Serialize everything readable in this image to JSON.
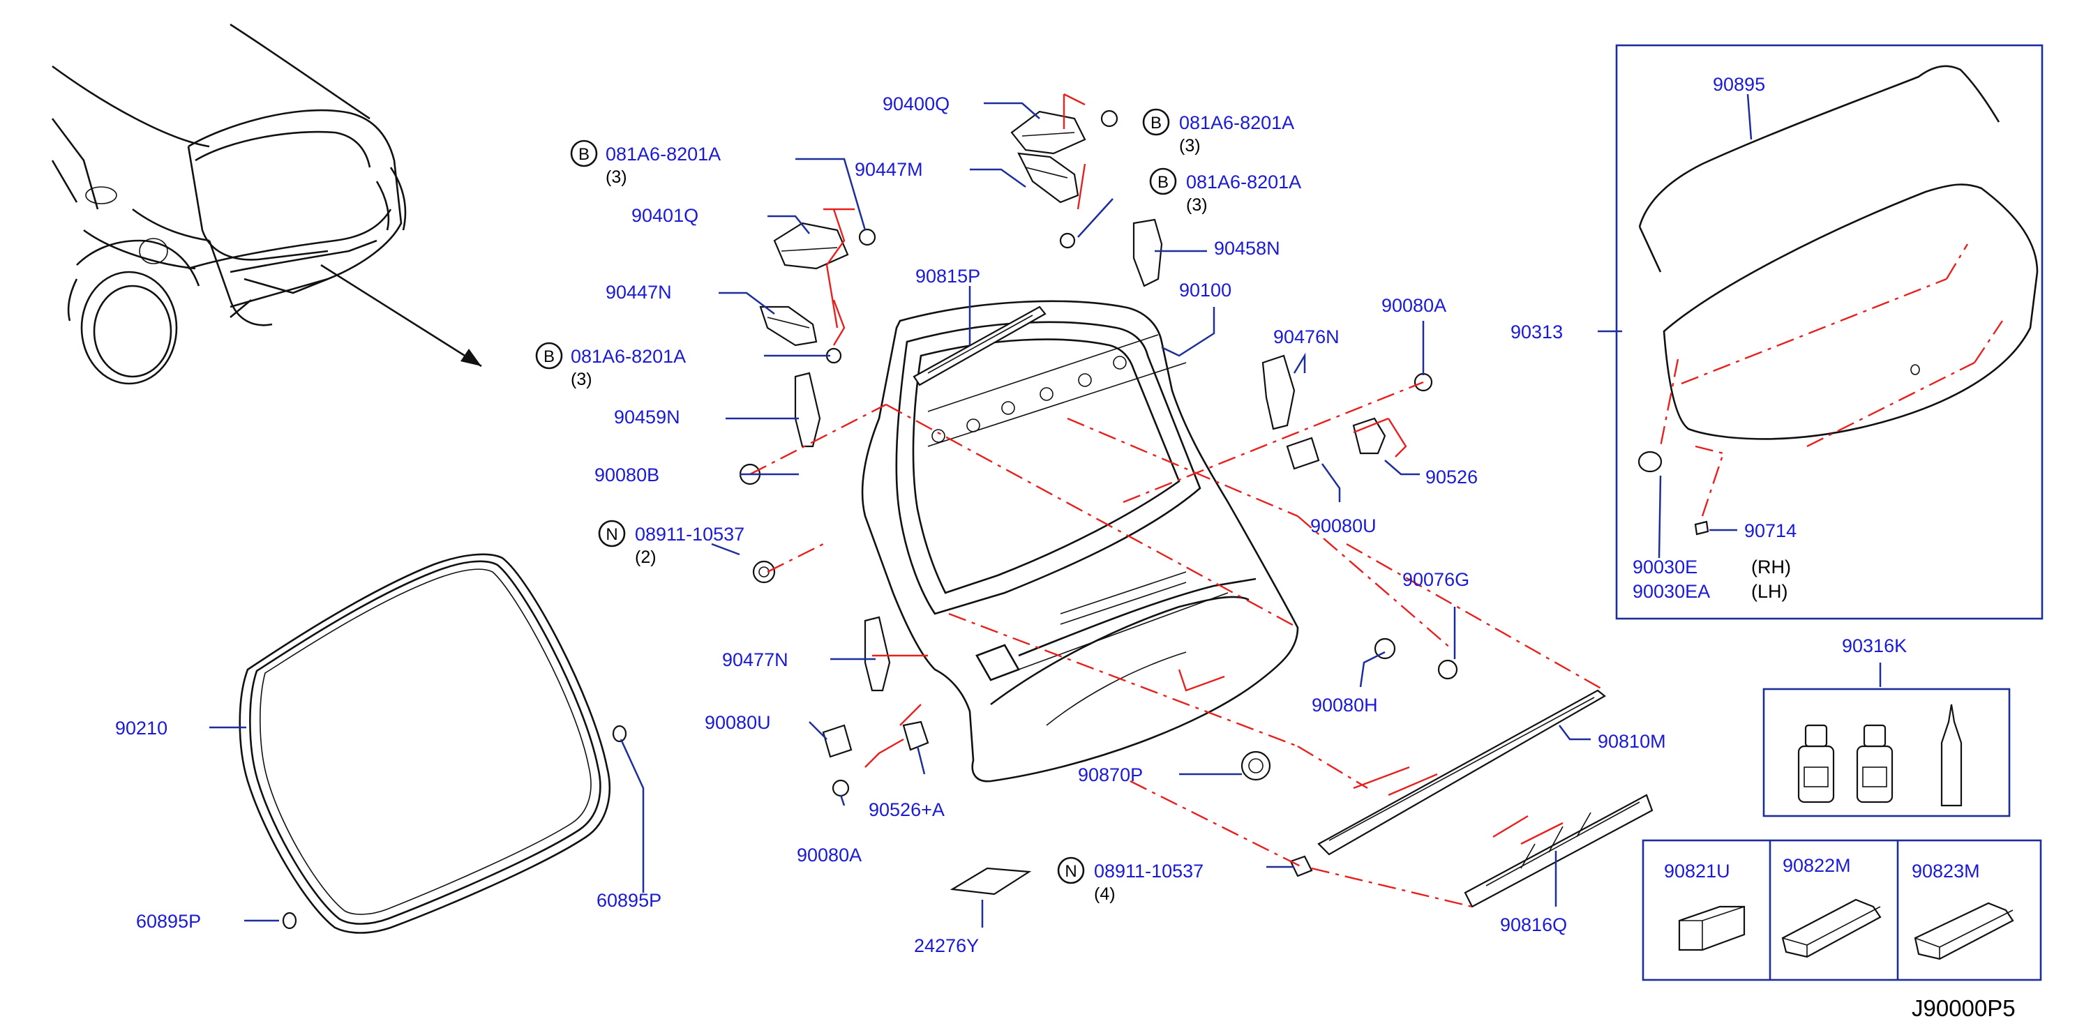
{
  "drawing_code": "J90000P5",
  "labels": {
    "p90400Q": "90400Q",
    "p90447M": "90447M",
    "p90401Q": "90401Q",
    "p90447N": "90447N",
    "p90459N": "90459N",
    "p90815P": "90815P",
    "p90100": "90100",
    "p90458N": "90458N",
    "p90476N": "90476N",
    "p90080A_top": "90080A",
    "p90526": "90526",
    "p90080U_r": "90080U",
    "p90080B": "90080B",
    "p90477N": "90477N",
    "p90080U_l": "90080U",
    "p90526A": "90526+A",
    "p90080A_bot": "90080A",
    "p90870P": "90870P",
    "p90080H": "90080H",
    "p90076G": "90076G",
    "p90810M": "90810M",
    "p90816Q": "90816Q",
    "p24276Y": "24276Y",
    "p90210": "90210",
    "p60895P_l": "60895P",
    "p60895P_r": "60895P",
    "p90895": "90895",
    "p90313": "90313",
    "p90714": "90714",
    "p90030E": "90030E",
    "p90030EA": "90030EA",
    "p90316K": "90316K",
    "p90821U": "90821U",
    "p90822M": "90822M",
    "p90823M": "90823M"
  },
  "bolt_refs": [
    {
      "letter": "B",
      "part": "081A6-8201A",
      "qty": "(3)"
    },
    {
      "letter": "B",
      "part": "081A6-8201A",
      "qty": "(3)"
    },
    {
      "letter": "B",
      "part": "081A6-8201A",
      "qty": "(3)"
    },
    {
      "letter": "B",
      "part": "081A6-8201A",
      "qty": "(3)"
    },
    {
      "letter": "N",
      "part": "08911-10537",
      "qty": "(2)"
    },
    {
      "letter": "N",
      "part": "08911-10537",
      "qty": "(4)"
    }
  ],
  "sides": {
    "rh": "(RH)",
    "lh": "(LH)"
  },
  "colors": {
    "label": "#1a1ad6",
    "leader": "#1c2e9c",
    "phantom": "#e8201d",
    "line": "#111111"
  }
}
